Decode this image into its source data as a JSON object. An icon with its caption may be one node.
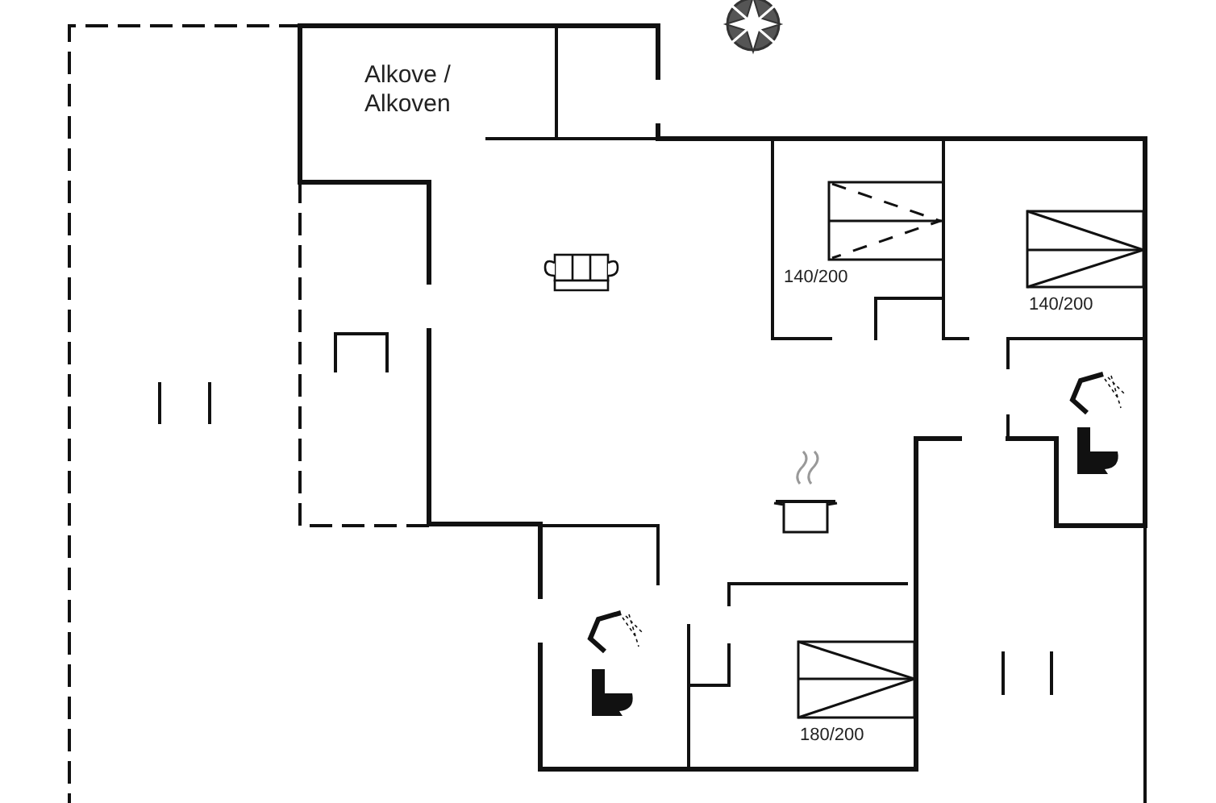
{
  "diagram": {
    "labels": [
      "Alkove / Alkoven",
      "140/200",
      "140/200",
      "180/200"
    ]
  }
}
